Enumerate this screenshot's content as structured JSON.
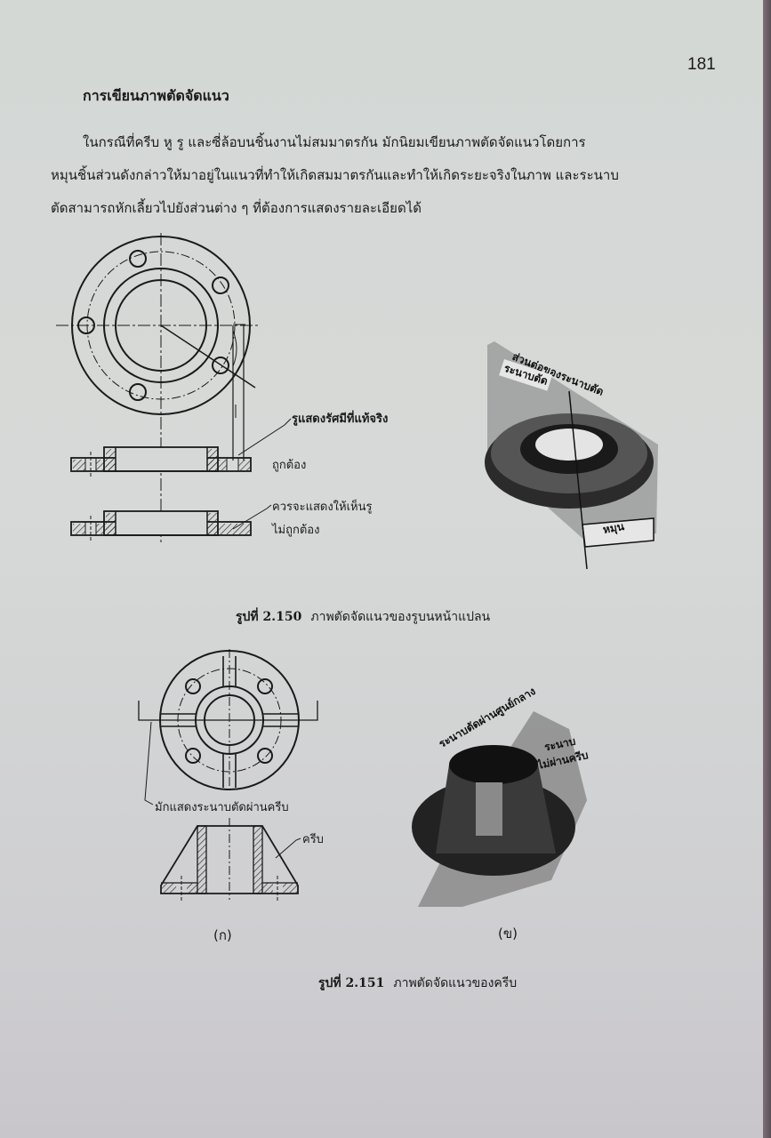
{
  "page": {
    "number": "181",
    "heading": "การเขียนภาพตัดจัดแนว",
    "paragraph_lines": [
      "ในกรณีที่ครีบ หู รู และซี่ล้อบนชิ้นงานไม่สมมาตรกัน มักนิยมเขียนภาพตัดจัดแนวโดยการ",
      "หมุนชิ้นส่วนดังกล่าวให้มาอยู่ในแนวที่ทำให้เกิดสมมาตรกันและทำให้เกิดระยะจริงในภาพ และระนาบ",
      "ตัดสามารถหักเลี้ยวไปยังส่วนต่าง ๆ ที่ต้องการแสดงรายละเอียดได้"
    ]
  },
  "figure_150": {
    "labels": {
      "true_radius": "รูแสดงรัศมีที่แท้จริง",
      "correct": "ถูกต้อง",
      "should_show_hole": "ควรจะแสดงให้เห็นรู",
      "incorrect": "ไม่ถูกต้อง",
      "cutting_plane_offset": "ส่วนต่อของระนาบตัด",
      "cutting_plane": "ระนาบตัด",
      "rotate": "หมุน"
    },
    "caption": {
      "number": "รูปที่ 2.150",
      "title": "ภาพตัดจัดแนวของรูบนหน้าแปลน"
    }
  },
  "figure_151": {
    "labels": {
      "plane_through_rib": "มักแสดงระนาบตัดผ่านครีบ",
      "rib": "ครีบ",
      "sub_a": "(ก)",
      "plane_through_center": "ระนาบตัดผ่านศูนย์กลาง",
      "plane_not_through_rib_1": "ระนาบ",
      "plane_not_through_rib_2": "ไม่ผ่านครีบ",
      "sub_b": "(ข)"
    },
    "caption": {
      "number": "รูปที่ 2.151",
      "title": "ภาพตัดจัดแนวของครีบ"
    }
  },
  "colors": {
    "paper": "#d5d8d6",
    "ink": "#1a1a1a",
    "page_edge": "#6b5f67"
  }
}
